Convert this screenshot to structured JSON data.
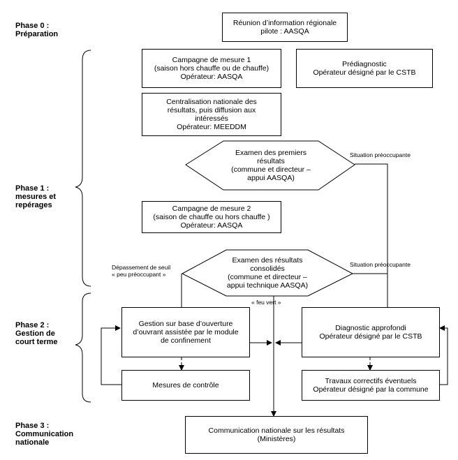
{
  "phases": {
    "p0": [
      "Phase 0 :",
      "Préparation"
    ],
    "p1": [
      "Phase 1 :",
      "mesures et",
      "repérages"
    ],
    "p2": [
      "Phase 2 :",
      "Gestion de",
      "court terme"
    ],
    "p3": [
      "Phase 3 :",
      "Communication",
      "nationale"
    ]
  },
  "nodes": {
    "reunion": [
      "Réunion d’information régionale",
      "pilote : AASQA"
    ],
    "campagne1": [
      "Campagne de mesure 1",
      "(saison hors chauffe ou de chauffe)",
      "Opérateur: AASQA"
    ],
    "prediagnostic": [
      "Prédiagnostic",
      "Opérateur désigné par le CSTB"
    ],
    "centralisation": [
      "Centralisation nationale des",
      "résultats, puis diffusion aux",
      "intéressés",
      "Opérateur: MEEDDM"
    ],
    "examen1": [
      "Examen des premiers",
      "résultats",
      "(commune et directeur –",
      "appui AASQA)"
    ],
    "campagne2": [
      "Campagne de mesure 2",
      "(saison de chauffe ou hors chauffe )",
      "Opérateur: AASQA"
    ],
    "examen2": [
      "Examen des résultats",
      "consolidés",
      "(commune et directeur –",
      "appui technique AASQA)"
    ],
    "gestion": [
      "Gestion sur base d’ouverture",
      "d’ouvrant assistée par le module",
      "de confinement"
    ],
    "diagnostic": [
      "Diagnostic approfondi",
      "Opérateur désigné par le CSTB"
    ],
    "mesures": [
      "Mesures de contrôle"
    ],
    "travaux": [
      "Travaux correctifs éventuels",
      "Opérateur désigné par la commune"
    ],
    "communication": [
      "Communication nationale sur les résultats",
      "(Ministères)"
    ]
  },
  "labels": {
    "situation1": "Situation préoccupante",
    "situation2": "Situation préoccupante",
    "depassement": [
      "Dépassement de seuil",
      "« peu préoccupant »"
    ],
    "feuvert": "« feu vert »"
  }
}
